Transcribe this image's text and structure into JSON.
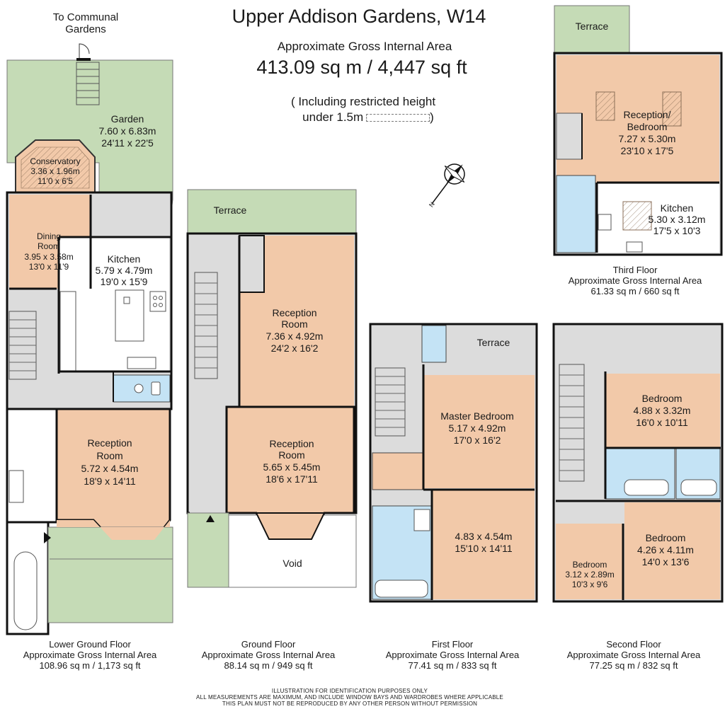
{
  "header": {
    "title": "Upper Addison Gardens, W14",
    "area_label": "Approximate Gross Internal Area",
    "area_value": "413.09 sq m  /  4,447 sq ft",
    "restricted_line1": "( Including restricted height",
    "restricted_line2": "under 1.5m",
    "restricted_close": ")"
  },
  "compass": {
    "label": "N"
  },
  "access": {
    "communal_line1": "To Communal",
    "communal_line2": "Gardens"
  },
  "floors": {
    "lower_ground": {
      "name": "Lower Ground Floor",
      "area_label": "Approximate Gross Internal Area",
      "area": "108.96 sq m  /  1,173 sq ft",
      "rooms": {
        "garden": {
          "name": "Garden",
          "dim_m": "7.60 x 6.83m",
          "dim_ft": "24'11 x 22'5"
        },
        "conservatory": {
          "name": "Conservatory",
          "dim_m": "3.36 x 1.96m",
          "dim_ft": "11'0 x 6'5"
        },
        "dining": {
          "name1": "Dining",
          "name2": "Room",
          "dim_m": "3.95 x 3.58m",
          "dim_ft": "13'0 x 11'9"
        },
        "kitchen": {
          "name": "Kitchen",
          "dim_m": "5.79 x 4.79m",
          "dim_ft": "19'0 x 15'9"
        },
        "reception": {
          "name1": "Reception",
          "name2": "Room",
          "dim_m": "5.72 x 4.54m",
          "dim_ft": "18'9 x 14'11"
        }
      }
    },
    "ground": {
      "name": "Ground Floor",
      "area_label": "Approximate Gross Internal Area",
      "area": "88.14 sq m  /  949 sq ft",
      "rooms": {
        "terrace": {
          "name": "Terrace"
        },
        "reception_rear": {
          "name1": "Reception",
          "name2": "Room",
          "dim_m": "7.36 x 4.92m",
          "dim_ft": "24'2 x 16'2"
        },
        "reception_front": {
          "name1": "Reception",
          "name2": "Room",
          "dim_m": "5.65 x 5.45m",
          "dim_ft": "18'6 x 17'11"
        },
        "void": {
          "name": "Void"
        }
      }
    },
    "first": {
      "name": "First Floor",
      "area_label": "Approximate Gross Internal Area",
      "area": "77.41 sq m  /  833 sq ft",
      "rooms": {
        "terrace": {
          "name": "Terrace"
        },
        "master": {
          "name": "Master Bedroom",
          "dim_m": "5.17 x 4.92m",
          "dim_ft": "17'0 x 16'2"
        },
        "front": {
          "dim_m": "4.83 x 4.54m",
          "dim_ft": "15'10 x 14'11"
        }
      }
    },
    "second": {
      "name": "Second Floor",
      "area_label": "Approximate Gross Internal Area",
      "area": "77.25 sq m  /  832 sq ft",
      "rooms": {
        "bedroom_rear": {
          "name": "Bedroom",
          "dim_m": "4.88 x 3.32m",
          "dim_ft": "16'0 x 10'11"
        },
        "bedroom_small": {
          "name": "Bedroom",
          "dim_m": "3.12 x 2.89m",
          "dim_ft": "10'3 x 9'6"
        },
        "bedroom_front": {
          "name": "Bedroom",
          "dim_m": "4.26 x 4.11m",
          "dim_ft": "14'0 x 13'6"
        }
      }
    },
    "third": {
      "name": "Third Floor",
      "area_label": "Approximate Gross Internal Area",
      "area": "61.33 sq m  /  660 sq ft",
      "rooms": {
        "terrace": {
          "name": "Terrace"
        },
        "reception": {
          "name1": "Reception/",
          "name2": "Bedroom",
          "dim_m": "7.27 x 5.30m",
          "dim_ft": "23'10 x 17'5"
        },
        "kitchen": {
          "name": "Kitchen",
          "dim_m": "5.30 x 3.12m",
          "dim_ft": "17'5 x 10'3"
        }
      }
    }
  },
  "disclaimer": {
    "line1": "ILLUSTRATION FOR IDENTIFICATION PURPOSES ONLY",
    "line2": "ALL MEASUREMENTS ARE MAXIMUM, AND INCLUDE WINDOW BAYS AND WARDROBES WHERE APPLICABLE",
    "line3": "THIS PLAN MUST NOT BE REPRODUCED BY ANY OTHER PERSON WITHOUT PERMISSION"
  },
  "colors": {
    "room": "#f2c9a9",
    "garden": "#c5dbb6",
    "bathroom": "#c4e3f5",
    "circulation": "#dcdcdc",
    "wall": "#111111"
  }
}
